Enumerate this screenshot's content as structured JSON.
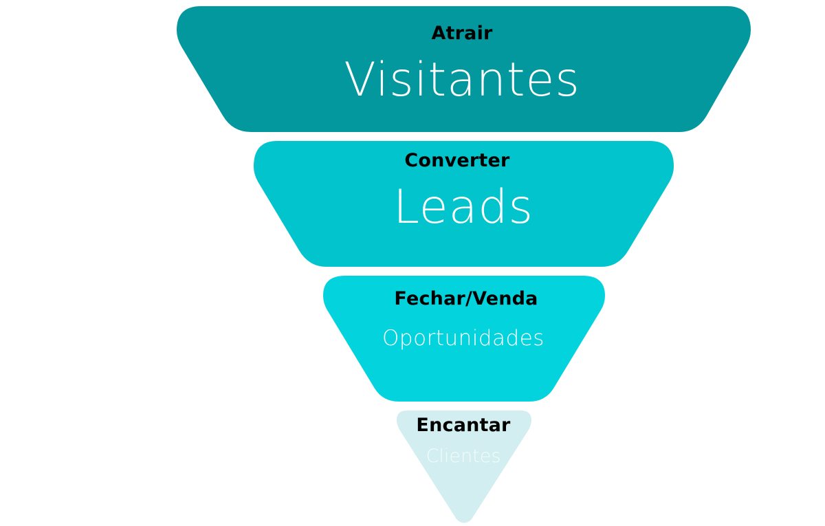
{
  "funnel": {
    "stages": [
      {
        "label": "Atrair",
        "value": "Visitantes",
        "color": "#03989E",
        "value_color": "#FFFFFF"
      },
      {
        "label": "Converter",
        "value": "Leads",
        "color": "#02C4CC",
        "value_color": "#FFFFFF"
      },
      {
        "label": "Fechar/Venda",
        "value": "Oportunidades",
        "color": "#02D3DD",
        "value_color": "#FFFFFF"
      },
      {
        "label": "Encantar",
        "value": "Clientes",
        "color": "#D3EEF0",
        "value_color": "#F2FBFC"
      }
    ]
  }
}
